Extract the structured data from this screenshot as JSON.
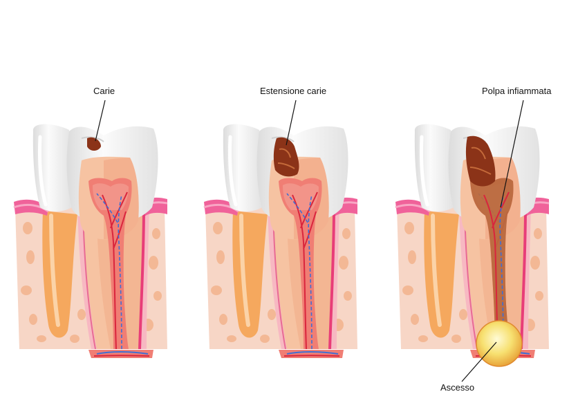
{
  "panels": [
    {
      "label": "Carie"
    },
    {
      "label": "Estensione carie"
    },
    {
      "label": "Polpa infiammata"
    }
  ],
  "abscess_label": "Ascesso",
  "colors": {
    "enamel": "#f2f2f2",
    "dentin": "#f6c3a2",
    "pulp": "#f07e74",
    "pulp_inflamed": "#b86a3e",
    "gum": "#f0629a",
    "bone": "#f7d6c6",
    "bone_holes": "#f3b895",
    "root_neighbor": "#f5a85e",
    "nerve": "#d9253d",
    "vessel": "#3e6fd4",
    "caries": "#8b3318",
    "abscess": "#f4d23c"
  },
  "icons": [
    "tooth-cross-section-illustration",
    "caries-spot",
    "abscess-bubble"
  ]
}
